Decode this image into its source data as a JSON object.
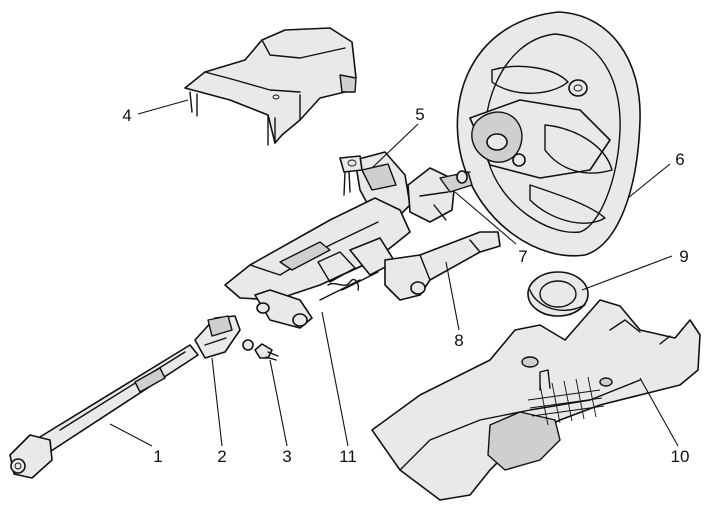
{
  "callouts": {
    "c1": "1",
    "c2": "2",
    "c3": "3",
    "c4": "4",
    "c5": "5",
    "c6": "6",
    "c7": "7",
    "c8": "8",
    "c9": "9",
    "c10": "10",
    "c11": "11"
  },
  "colors": {
    "ink": "#111111",
    "fill": "#e9e9e9",
    "shade": "#cfcfcf"
  }
}
